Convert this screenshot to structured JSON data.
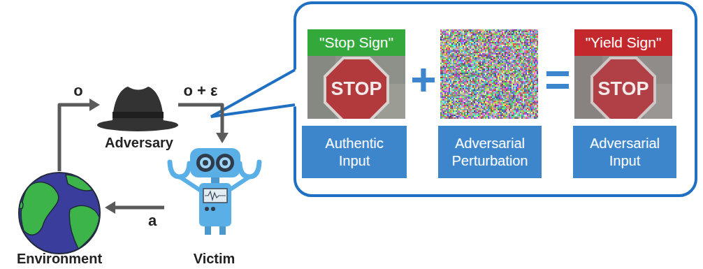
{
  "diagram": {
    "nodes": [
      {
        "text": [
          "Environment"
        ]
      },
      {
        "text": [
          "Adversary"
        ]
      },
      {
        "text": [
          "Victim"
        ]
      },
      {
        "text": [
          "\"Stop Sign\""
        ]
      },
      {
        "text": [
          "Authentic Input"
        ]
      },
      {
        "text": [
          "Adversarial Perturbation"
        ]
      },
      {
        "text": [
          "\"Yield Sign\""
        ]
      },
      {
        "text": [
          "Adversarial Input"
        ]
      }
    ],
    "edges": [
      {
        "from": 0,
        "to": 1,
        "label": "o",
        "arrow": "to"
      },
      {
        "from": 1,
        "to": 2,
        "label": "o + ε",
        "arrow": "to"
      },
      {
        "from": 2,
        "to": 0,
        "label": "a",
        "arrow": "to"
      }
    ],
    "labels": [
      "+",
      "=",
      "STOP",
      "STOP"
    ]
  }
}
